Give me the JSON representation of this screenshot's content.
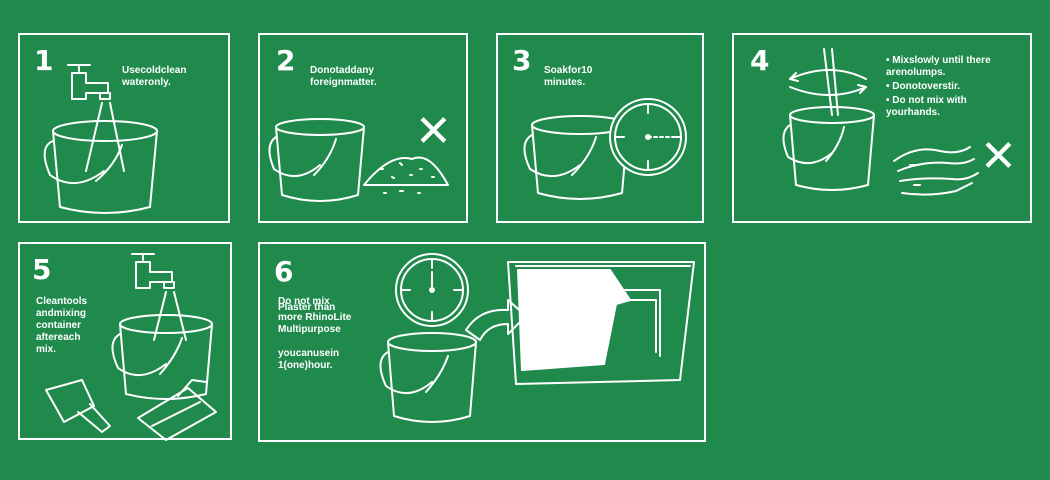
{
  "colors": {
    "background": "#1f8a4c",
    "line": "#ffffff"
  },
  "steps": [
    {
      "number": "1",
      "text": "Usecoldclean\nwateronly.",
      "icons": [
        "tap-icon",
        "bucket-icon"
      ]
    },
    {
      "number": "2",
      "text": "Donotaddany\nforeignmatter.",
      "icons": [
        "bucket-icon",
        "debris-pile-icon",
        "cross-icon"
      ]
    },
    {
      "number": "3",
      "text": "Soakfor10\nminutes.",
      "icons": [
        "bucket-icon",
        "clock-icon"
      ]
    },
    {
      "number": "4",
      "bullets": [
        "Mixslowly until there\narenolumps.",
        "Donotoverstir.",
        "Do not mix with\nyourhands."
      ],
      "icons": [
        "stirring-stick-icon",
        "rotate-arrows-icon",
        "bucket-icon",
        "hands-icon",
        "cross-icon"
      ]
    },
    {
      "number": "5",
      "text": "Cleantools\nandmixing\ncontainer\naftereach\nmix.",
      "icons": [
        "tap-icon",
        "bucket-icon",
        "scoop-icon",
        "trowel-icon"
      ]
    },
    {
      "number": "6",
      "text_overlap_top": "Do not mix",
      "text_overlap_bottom": "Plaster than",
      "text": "more RhinoLite\nMultipurpose\n\nyoucanusein\n1(one)hour.",
      "icons": [
        "clock-icon",
        "bucket-icon",
        "arrow-icon",
        "wall-icon"
      ]
    }
  ],
  "cross_glyph": "✕"
}
